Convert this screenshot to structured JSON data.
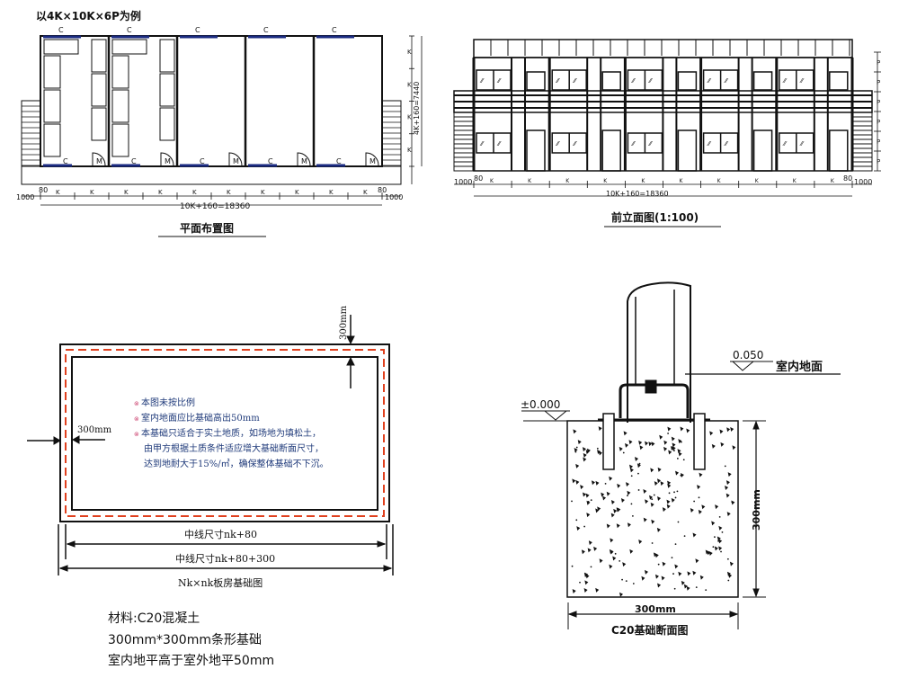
{
  "plan": {
    "caption": "以4K×10K×6P为例",
    "title": "平面布置图",
    "room_label_c": "C",
    "door_label_m": "M",
    "side_dim": "1000",
    "edge_dim": "80",
    "module_dim": "K",
    "total_width": "10K+160=18360",
    "total_depth": "4K+160=7440"
  },
  "elevation": {
    "title": "前立面图(1:100)",
    "side_dim": "1000",
    "edge_dim": "80",
    "module_dim": "K",
    "height_dim": "P",
    "total_width": "10K+160=18360"
  },
  "foundation_plan": {
    "title": "Nk×nk板房基础图",
    "width_top": "300mm",
    "width_left": "300mm",
    "dim_inner": "中线尺寸nk+80",
    "dim_outer": "中线尺寸nk+80+300",
    "notes": [
      "本图未按比例",
      "室内地面应比基础高出50mm",
      "本基础只适合于实土地质，如场地为填松土，",
      "由甲方根据土质条件适应增大基础断面尺寸，",
      "达到地耐大于15%/㎡，确保整体基础不下沉。"
    ],
    "colors": {
      "dash": "#e0401e",
      "note_marker": "#d0507a",
      "note_text": "#1f3a7a"
    }
  },
  "materials": [
    "材料:C20混凝土",
    "300mm*300mm条形基础",
    "室内地平高于室外地平50mm"
  ],
  "section": {
    "title": "C20基础断面图",
    "ground_level": "±0.000",
    "floor_level": "0.050",
    "floor_label": "室内地面",
    "height_dim": "300mm",
    "width_dim": "300mm"
  }
}
